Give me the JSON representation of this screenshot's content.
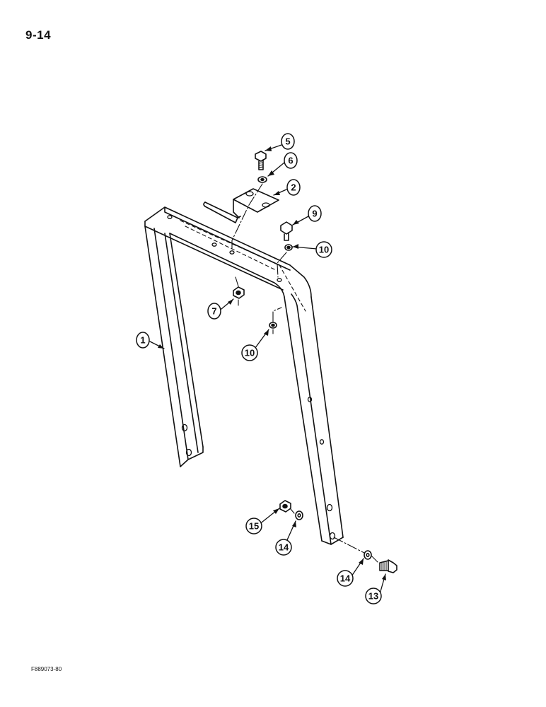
{
  "page": {
    "page_number": "9-14",
    "figure_code": "F889073-80"
  },
  "callouts": [
    {
      "id": "c5",
      "label": "5"
    },
    {
      "id": "c6",
      "label": "6"
    },
    {
      "id": "c2",
      "label": "2"
    },
    {
      "id": "c9",
      "label": "9"
    },
    {
      "id": "c10a",
      "label": "10"
    },
    {
      "id": "c7",
      "label": "7"
    },
    {
      "id": "c1",
      "label": "1"
    },
    {
      "id": "c10b",
      "label": "10"
    },
    {
      "id": "c15",
      "label": "15"
    },
    {
      "id": "c14a",
      "label": "14"
    },
    {
      "id": "c14b",
      "label": "14"
    },
    {
      "id": "c13",
      "label": "13"
    }
  ]
}
